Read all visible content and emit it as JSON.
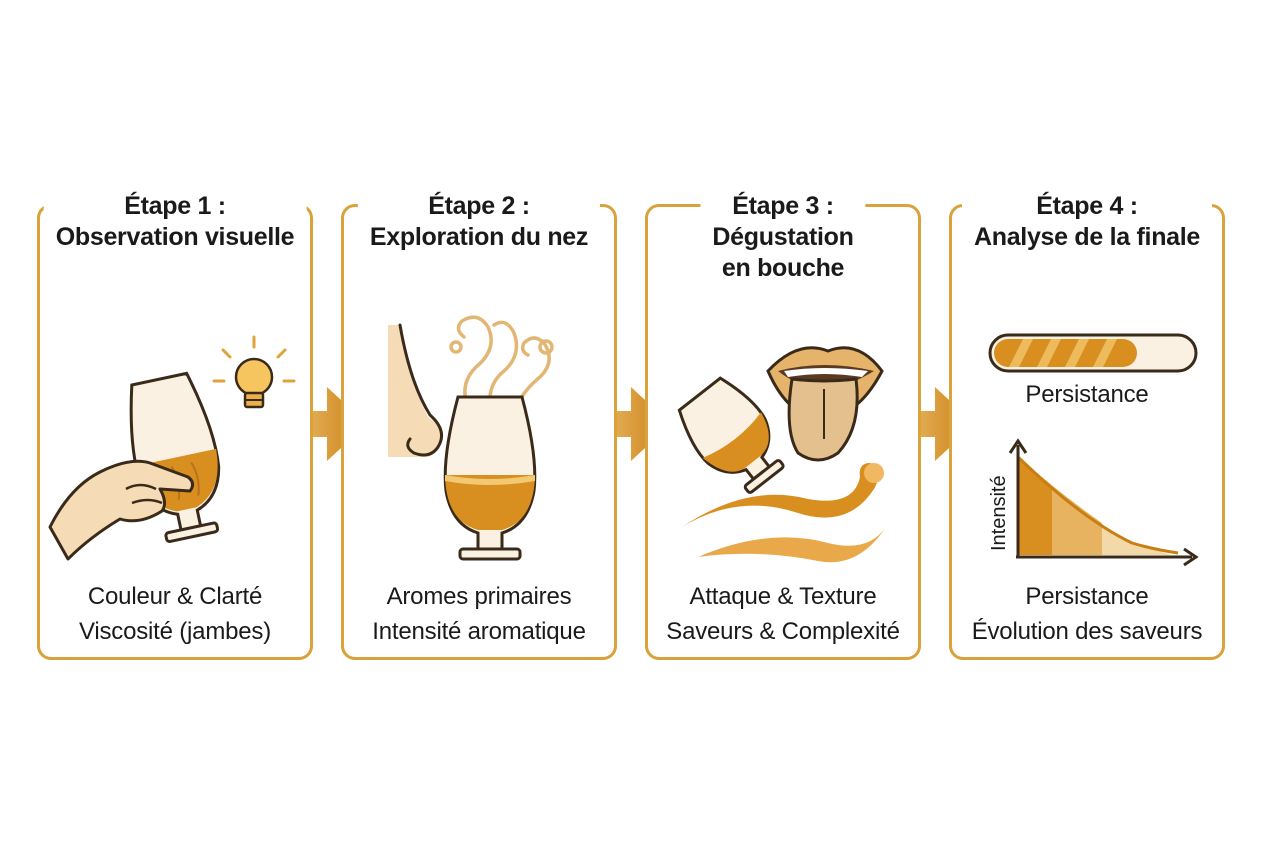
{
  "steps": [
    {
      "title_line1": "Étape 1 :",
      "title_line2": "Observation visuelle",
      "title_line3": "",
      "caption_line1": "Couleur & Clarté",
      "caption_line2": "Viscosité (jambes)",
      "icons": [
        "hand-icon",
        "glencairn-glass-icon",
        "light-bulb-icon"
      ]
    },
    {
      "title_line1": "Étape 2 :",
      "title_line2": "Exploration du nez",
      "title_line3": "",
      "caption_line1": "Aromes primaires",
      "caption_line2": "Intensité aromatique",
      "icons": [
        "nose-icon",
        "aroma-swirl-icon",
        "glencairn-glass-icon"
      ]
    },
    {
      "title_line1": "Étape 3 :",
      "title_line2": "Dégustation",
      "title_line3": "en bouche",
      "caption_line1": "Attaque & Texture",
      "caption_line2": "Saveurs & Complexité",
      "icons": [
        "mouth-tongue-icon",
        "tilted-glass-icon",
        "liquid-wave-icon"
      ]
    },
    {
      "title_line1": "Étape 4 :",
      "title_line2": "Analyse de la finale",
      "title_line3": "",
      "caption_line1": "Persistance",
      "caption_line2": "Évolution des saveurs",
      "persistence_label": "Persistance",
      "persistence_level": 0.72,
      "axis_label": "Intensité",
      "icons": [
        "progress-bar",
        "decay-curve-chart"
      ]
    }
  ],
  "colors": {
    "border": "#d9a23a",
    "whisky": "#d98f1f",
    "whisky_light": "#f3c872",
    "arrow": "#d6952a",
    "skin": "#f6dcb6",
    "outline": "#3a2a1a"
  }
}
